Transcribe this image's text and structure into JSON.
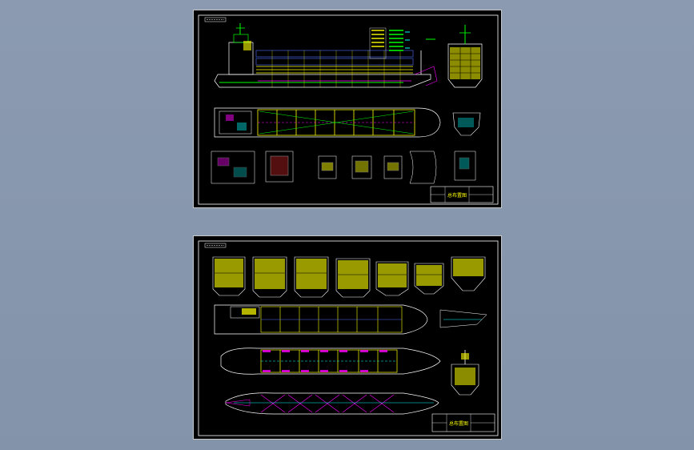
{
  "colors": {
    "background": "#8b9ab0",
    "sheet": "#000000",
    "frame": "#ffffff",
    "yellow": "#ffff00",
    "cyan": "#00ffff",
    "magenta": "#ff00ff",
    "green": "#00ff00",
    "blue": "#4f6bff",
    "white": "#ffffff"
  },
  "sheets": [
    {
      "id": "top",
      "title_block_text": "总布置图"
    },
    {
      "id": "bottom",
      "title_block_text": "总布置图"
    }
  ]
}
